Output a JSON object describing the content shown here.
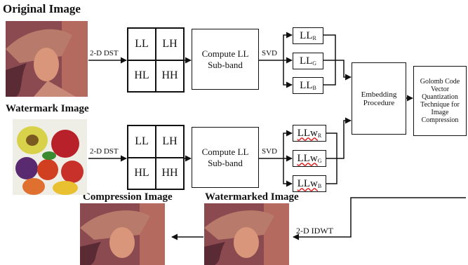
{
  "labels": {
    "original_image": "Original Image",
    "watermark_image": "Watermark Image",
    "compression_image": "Compression Image",
    "watermarked_image": "Watermarked Image"
  },
  "transforms": {
    "dst_top": "2-D DST",
    "dst_bottom": "2-D DST",
    "svd_top": "SVD",
    "svd_bottom": "SVD",
    "idwt": "2-D IDWT"
  },
  "subbands": {
    "top": [
      "LL",
      "LH",
      "HL",
      "HH"
    ],
    "bottom": [
      "LL",
      "LH",
      "HL",
      "HH"
    ]
  },
  "compute": {
    "top": "Compute LL Sub-band",
    "bottom": "Compute LL Sub-band"
  },
  "channels_top": [
    {
      "main": "LL",
      "sub": "R"
    },
    {
      "main": "LL",
      "sub": "G"
    },
    {
      "main": "LL",
      "sub": "B"
    }
  ],
  "channels_bottom": [
    {
      "main": "LLw",
      "sub": "R"
    },
    {
      "main": "LLw",
      "sub": "G"
    },
    {
      "main": "LLw",
      "sub": "B"
    }
  ],
  "embedding": "Embedding Procedure",
  "golomb": "Golomb Code Vector Quantization Technique for Image Compression",
  "colors": {
    "line": "#111111",
    "squiggle": "#dd2222",
    "lena_skin": "#d9967a",
    "lena_hat": "#b87a6a",
    "lena_bg": "#8a4a50"
  },
  "icons": [
    "lena-photo",
    "fruit-photo"
  ]
}
